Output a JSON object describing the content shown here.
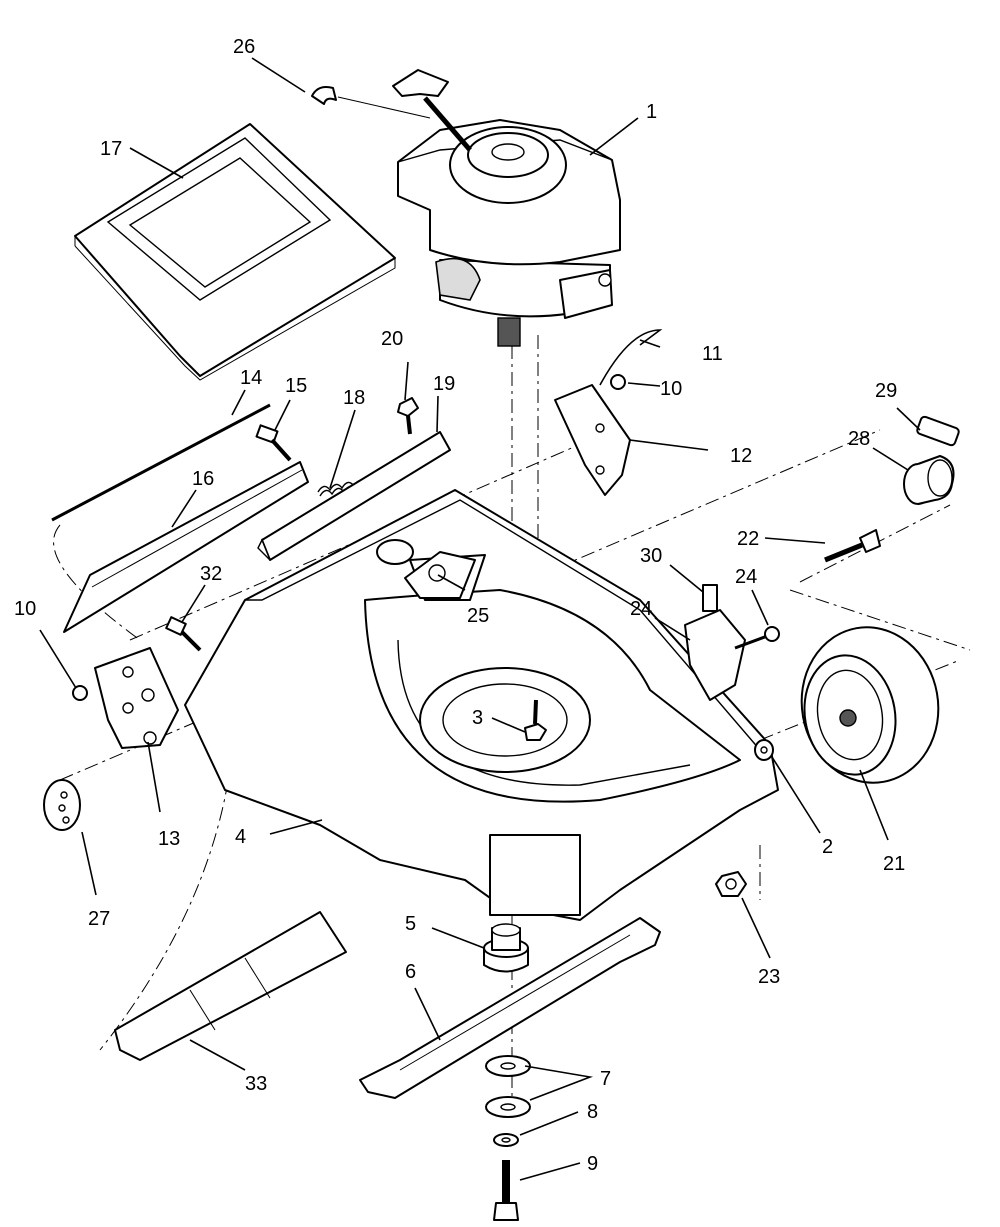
{
  "callouts": [
    "1",
    "2",
    "3",
    "4",
    "5",
    "6",
    "7",
    "8",
    "9",
    "10",
    "10",
    "11",
    "12",
    "13",
    "14",
    "15",
    "16",
    "17",
    "18",
    "19",
    "20",
    "21",
    "22",
    "23",
    "24",
    "24",
    "25",
    "26",
    "27",
    "28",
    "29",
    "30",
    "32",
    "33"
  ]
}
